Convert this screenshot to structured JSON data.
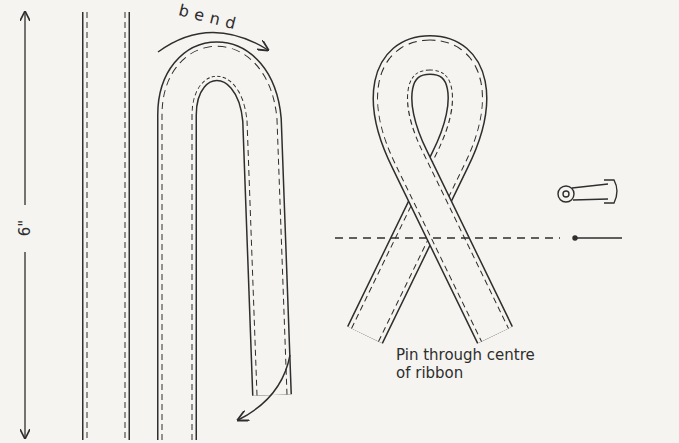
{
  "diagram": {
    "labels": [
      "6\"",
      "bend",
      "Pin through centre of ribbon"
    ]
  }
}
